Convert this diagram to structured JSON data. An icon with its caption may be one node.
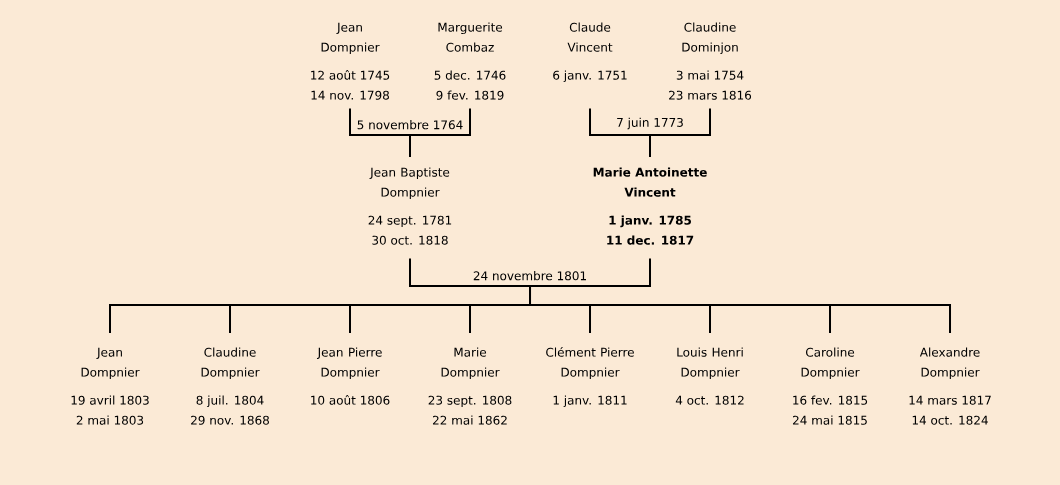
{
  "diagram": {
    "nodes": [
      {
        "text": [
          "Jean Dompnier",
          "12 août 1745",
          "14 nov. 1798"
        ]
      },
      {
        "text": [
          "Marguerite Combaz",
          "5 dec. 1746",
          "9 fev. 1819"
        ]
      },
      {
        "text": [
          "Claude Vincent",
          "6 janv. 1751"
        ]
      },
      {
        "text": [
          "Claudine Dominjon",
          "3 mai 1754",
          "23 mars 1816"
        ]
      },
      {
        "text": [
          "5 novembre 1764"
        ]
      },
      {
        "text": [
          "7 juin 1773"
        ]
      },
      {
        "text": [
          "Jean Baptiste Dompnier",
          "24 sept. 1781",
          "30 oct. 1818"
        ]
      },
      {
        "text": [
          "Marie Antoinette Vincent",
          "1 janv. 1785",
          "11 dec. 1817"
        ]
      },
      {
        "text": [
          "24 novembre 1801"
        ]
      },
      {
        "text": [
          "Jean Dompnier",
          "19 avril 1803",
          "2 mai 1803"
        ]
      },
      {
        "text": [
          "Claudine Dompnier",
          "8 juil. 1804",
          "29 nov. 1868"
        ]
      },
      {
        "text": [
          "Jean Pierre Dompnier",
          "10 août 1806"
        ]
      },
      {
        "text": [
          "Marie Dompnier",
          "23 sept. 1808",
          "22 mai 1862"
        ]
      },
      {
        "text": [
          "Clément Pierre Dompnier",
          "1 janv. 1811"
        ]
      },
      {
        "text": [
          "Louis Henri Dompnier",
          "4 oct. 1812"
        ]
      },
      {
        "text": [
          "Caroline Dompnier",
          "16 fev. 1815",
          "24 mai 1815"
        ]
      },
      {
        "text": [
          "Alexandre Dompnier",
          "14 mars 1817",
          "14 oct. 1824"
        ]
      }
    ],
    "edges": [
      {
        "from": 0,
        "to": 4,
        "arrow": "none"
      },
      {
        "from": 1,
        "to": 4,
        "arrow": "none"
      },
      {
        "from": 4,
        "to": 6,
        "arrow": "none"
      },
      {
        "from": 2,
        "to": 5,
        "arrow": "none"
      },
      {
        "from": 3,
        "to": 5,
        "arrow": "none"
      },
      {
        "from": 5,
        "to": 7,
        "arrow": "none"
      },
      {
        "from": 6,
        "to": 8,
        "arrow": "none"
      },
      {
        "from": 7,
        "to": 8,
        "arrow": "none"
      },
      {
        "from": 8,
        "to": 9,
        "arrow": "none"
      },
      {
        "from": 8,
        "to": 10,
        "arrow": "none"
      },
      {
        "from": 8,
        "to": 11,
        "arrow": "none"
      },
      {
        "from": 8,
        "to": 12,
        "arrow": "none"
      },
      {
        "from": 8,
        "to": 13,
        "arrow": "none"
      },
      {
        "from": 8,
        "to": 14,
        "arrow": "none"
      },
      {
        "from": 8,
        "to": 15,
        "arrow": "none"
      },
      {
        "from": 8,
        "to": 16,
        "arrow": "none"
      }
    ]
  }
}
